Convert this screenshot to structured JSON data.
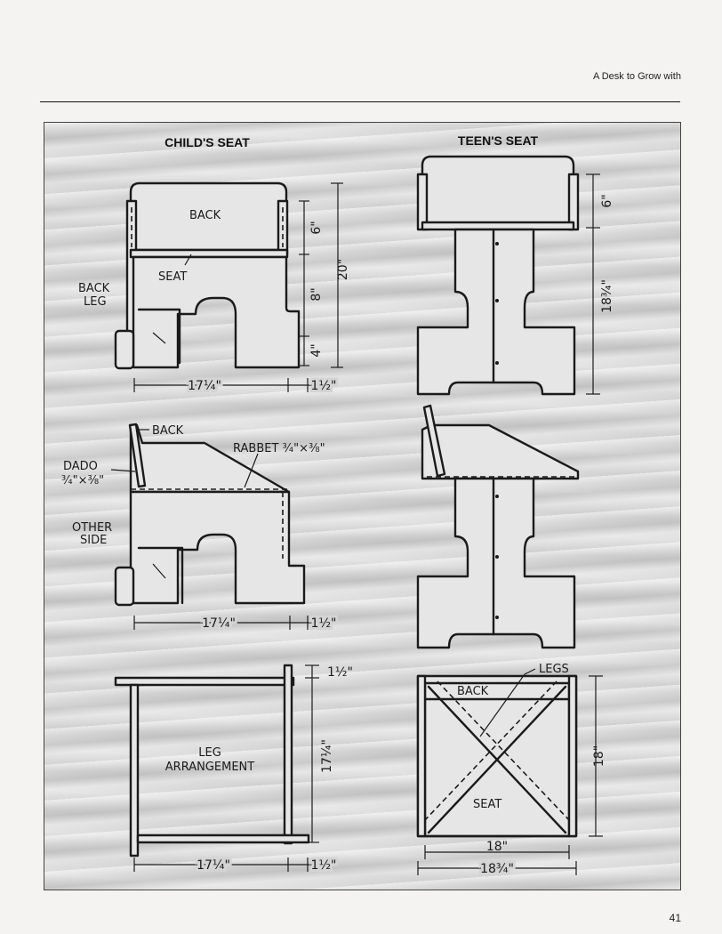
{
  "header": {
    "running_head": "A Desk to Grow with"
  },
  "page_number": "41",
  "figure": {
    "titles": {
      "child": "CHILD'S SEAT",
      "teen": "TEEN'S SEAT"
    },
    "child_seat": {
      "labels": {
        "back": "BACK",
        "seat": "SEAT",
        "back_leg_1": "BACK",
        "back_leg_2": "LEG"
      },
      "dims": {
        "d6": "6\"",
        "d8": "8\"",
        "d4": "4\"",
        "d20": "20\"",
        "width": "17¼\"",
        "thick": "1½\""
      }
    },
    "child_side": {
      "labels": {
        "back": "BACK",
        "rabbet": "RABBET ¾\"×⅜\"",
        "dado_1": "DADO",
        "dado_2": "¾\"×⅜\"",
        "other_1": "OTHER",
        "other_2": "SIDE"
      },
      "dims": {
        "width": "17¼\"",
        "thick": "1½\""
      }
    },
    "leg_arrangement": {
      "labels": {
        "line1": "LEG",
        "line2": "ARRANGEMENT"
      },
      "dims": {
        "thick": "1½\"",
        "depth": "17¼\"",
        "width": "17¼\"",
        "thick2": "1½\""
      }
    },
    "teen_seat": {
      "dims": {
        "d6": "6\"",
        "d18": "18¾\""
      }
    },
    "teen_plan": {
      "labels": {
        "legs": "LEGS",
        "back": "BACK",
        "seat": "SEAT"
      },
      "dims": {
        "inner": "18\"",
        "outer": "18¾\"",
        "depth": "18\""
      }
    }
  }
}
